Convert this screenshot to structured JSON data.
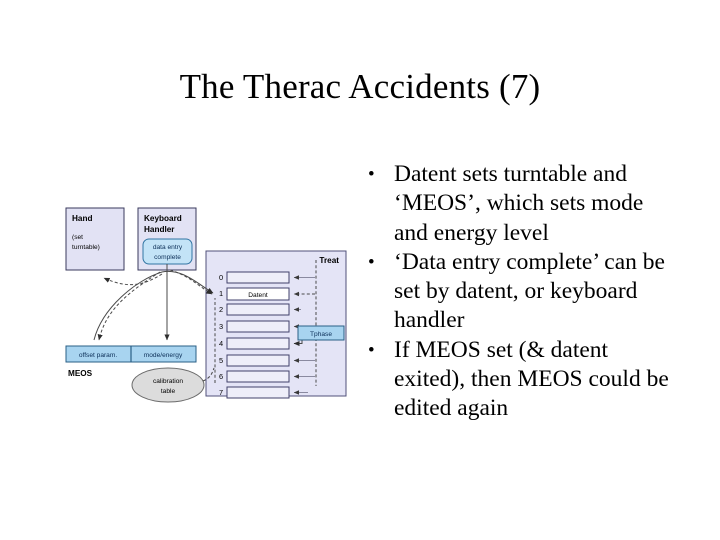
{
  "slide": {
    "title": "The Therac Accidents (7)",
    "background_color": "#ffffff"
  },
  "bullets": [
    {
      "marker": "•",
      "text": "Datent sets turntable and ‘MEOS’, which sets mode and energy level"
    },
    {
      "marker": "•",
      "text": "‘Data entry complete’ can be set by datent, or keyboard handler"
    },
    {
      "marker": "•",
      "text": "If MEOS set (& datent exited), then MEOS could be edited again"
    }
  ],
  "diagram": {
    "hand_box": {
      "title": "Hand",
      "subtitle": "(set turntable)"
    },
    "keyboard_box": {
      "title_line1": "Keyboard",
      "title_line2": "Handler"
    },
    "data_entry_node": {
      "line1": "data entry",
      "line2": "complete"
    },
    "meos": {
      "label": "MEOS",
      "cells": [
        "offset param.",
        "mode/energy"
      ]
    },
    "calibration_node": {
      "line1": "calibration",
      "line2": "table"
    },
    "treat_box": {
      "title": "Treat",
      "rows": [
        {
          "num": "0",
          "label": ""
        },
        {
          "num": "1",
          "label": "Datent"
        },
        {
          "num": "2",
          "label": ""
        },
        {
          "num": "3",
          "label": ""
        },
        {
          "num": "4",
          "label": ""
        },
        {
          "num": "5",
          "label": ""
        },
        {
          "num": "6",
          "label": ""
        },
        {
          "num": "7",
          "label": ""
        }
      ],
      "tphase_label": "Tphase"
    },
    "colors": {
      "lavender_box": "#e2e2f4",
      "treat_panel": "#e4e4f6",
      "blue_node": "#a8d4f0",
      "light_blue_node": "#c3e3f7",
      "gray_ellipse": "#dcdcdc"
    }
  }
}
